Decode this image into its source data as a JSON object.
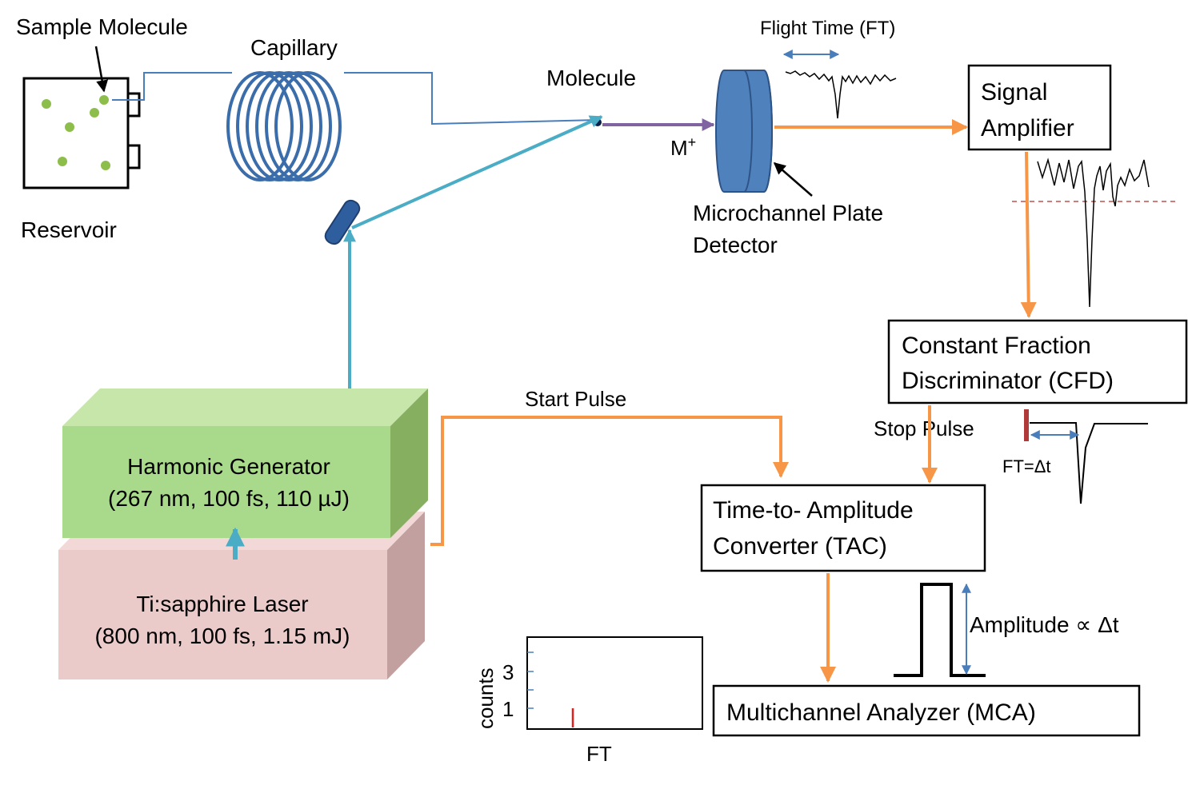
{
  "labels": {
    "sample_molecule": "Sample Molecule",
    "capillary": "Capillary",
    "reservoir": "Reservoir",
    "molecule": "Molecule",
    "ion": "M",
    "ion_charge": "+",
    "flight_time": "Flight Time (FT)",
    "mcp_line1": "Microchannel Plate",
    "mcp_line2": "Detector",
    "start_pulse": "Start Pulse",
    "stop_pulse": "Stop Pulse",
    "ft_eq": "FT=Δt",
    "amplitude": "Amplitude ∝ Δt"
  },
  "boxes": {
    "signal_amp": [
      "Signal",
      "Amplifier"
    ],
    "cfd": [
      "Constant Fraction",
      "Discriminator (CFD)"
    ],
    "tac": [
      "Time-to- Amplitude",
      "Converter (TAC)"
    ],
    "mca": "Multichannel Analyzer (MCA)"
  },
  "blocks": {
    "harmonic": [
      "Harmonic Generator",
      "(267 nm, 100 fs, 110 µJ)"
    ],
    "laser": [
      "Ti:sapphire Laser",
      "(800 nm, 100 fs, 1.15 mJ)"
    ]
  },
  "histogram": {
    "ylabel": "counts",
    "xlabel": "FT",
    "yticks": [
      "1",
      "3"
    ]
  },
  "colors": {
    "orange": "#F79646",
    "cyan": "#4BACC6",
    "purple": "#8064A2",
    "green_front": "#A9D98A",
    "green_top": "#C6E7A9",
    "green_side": "#86B05F",
    "pink_front": "#EBCACA",
    "pink_top": "#F2D9D8",
    "pink_side": "#C2A0A0",
    "coil": "#3B6DAA",
    "capillary_line": "#4A7EBB",
    "dots": "#8DBE4B",
    "detector": "#4F81BD"
  }
}
